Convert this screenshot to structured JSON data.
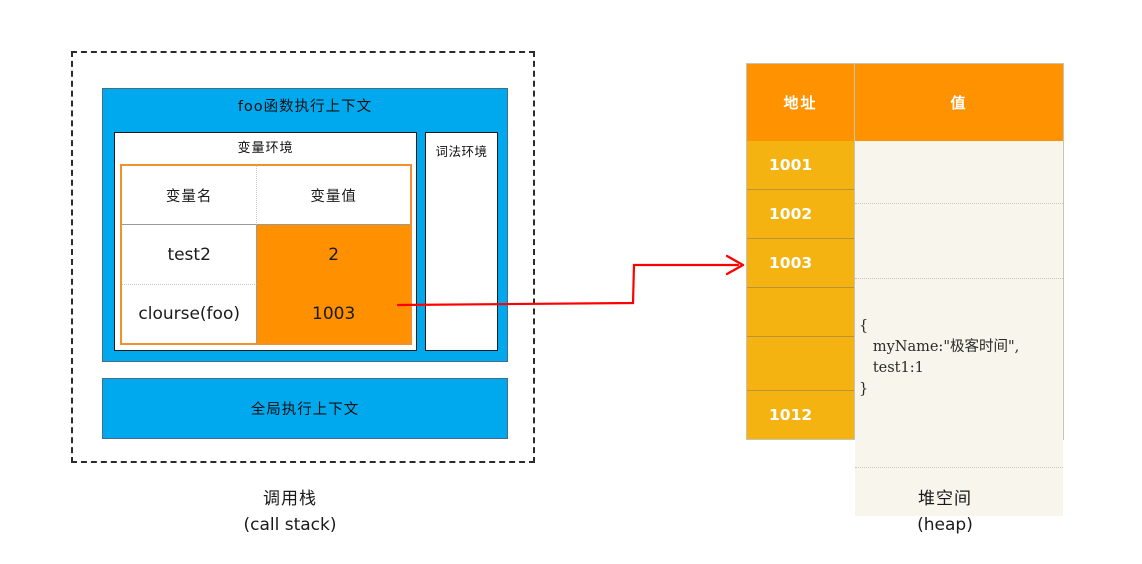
{
  "call_stack": {
    "caption_cn": "调用栈",
    "caption_en": "(call stack)",
    "foo_frame": {
      "title": "foo函数执行上下文",
      "variable_environment": {
        "title": "变量环境",
        "columns": [
          "变量名",
          "变量值"
        ],
        "rows": [
          {
            "name": "test2",
            "value": "2"
          },
          {
            "name": "clourse(foo)",
            "value": "1003"
          }
        ]
      },
      "lexical_environment": {
        "title": "词法环境"
      }
    },
    "global_frame": {
      "title": "全局执行上下文"
    }
  },
  "heap": {
    "caption_cn": "堆空间",
    "caption_en": "(heap)",
    "columns": [
      "地址",
      "值"
    ],
    "rows": [
      {
        "address": "1001",
        "value": ""
      },
      {
        "address": "1002",
        "value": ""
      },
      {
        "address": "1003",
        "value": ""
      },
      {
        "address": "",
        "value": ""
      },
      {
        "address": "",
        "value": ""
      },
      {
        "address": "1012",
        "value": ""
      }
    ],
    "object_text": "{\n   myName:\"极客时间\",\n   test1:1\n}"
  },
  "arrow": {
    "label": "closure-reference-arrow",
    "color": "#FF0000"
  },
  "colors": {
    "blue_frame": "#00A8EE",
    "orange_value": "#FF9100",
    "heap_header": "#FF9200",
    "heap_address": "#F5B312",
    "heap_value_bg": "#F7F5EC",
    "table_accent": "#F2902B"
  }
}
